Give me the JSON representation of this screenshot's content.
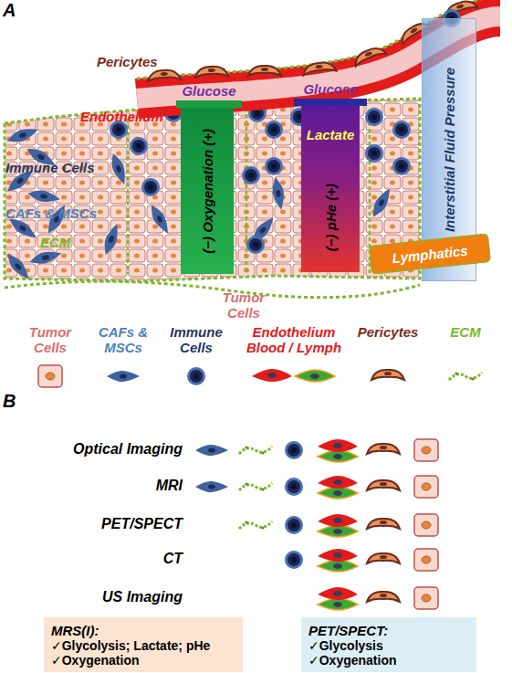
{
  "diagram": {
    "nodes": [
      {
        "text": [
          "Glucose"
        ]
      },
      {
        "text": [
          "Glucose"
        ]
      },
      {
        "text": [
          "(−) Oxygenation (+)"
        ]
      },
      {
        "text": [
          "Lactate",
          "(−) pHe (+)"
        ]
      },
      {
        "text": [
          "Interstitial Fluid Pressure"
        ]
      },
      {
        "text": [
          "Lymphatics"
        ]
      },
      {
        "text": [
          "MRS(I):",
          "✓Glycolysis; Lactate; pHe",
          "✓Oxygenation"
        ]
      },
      {
        "text": [
          "PET/SPECT:",
          "✓Glycolysis",
          "✓Oxygenation"
        ]
      }
    ],
    "labels": [
      "A",
      "Pericytes",
      "Endothelium",
      "Immune Cells",
      "CAFs & MSCs",
      "ECM",
      "Tumor Cells",
      "B",
      "Optical Imaging",
      "MRI",
      "PET/SPECT",
      "CT",
      "US Imaging"
    ],
    "legend": [
      {
        "text": "Tumor Cells"
      },
      {
        "text": "CAFs & MSCs"
      },
      {
        "text": "Immune Cells"
      },
      {
        "text": "Endothelium Blood / Lymph"
      },
      {
        "text": "Pericytes"
      },
      {
        "text": "ECM"
      }
    ]
  }
}
